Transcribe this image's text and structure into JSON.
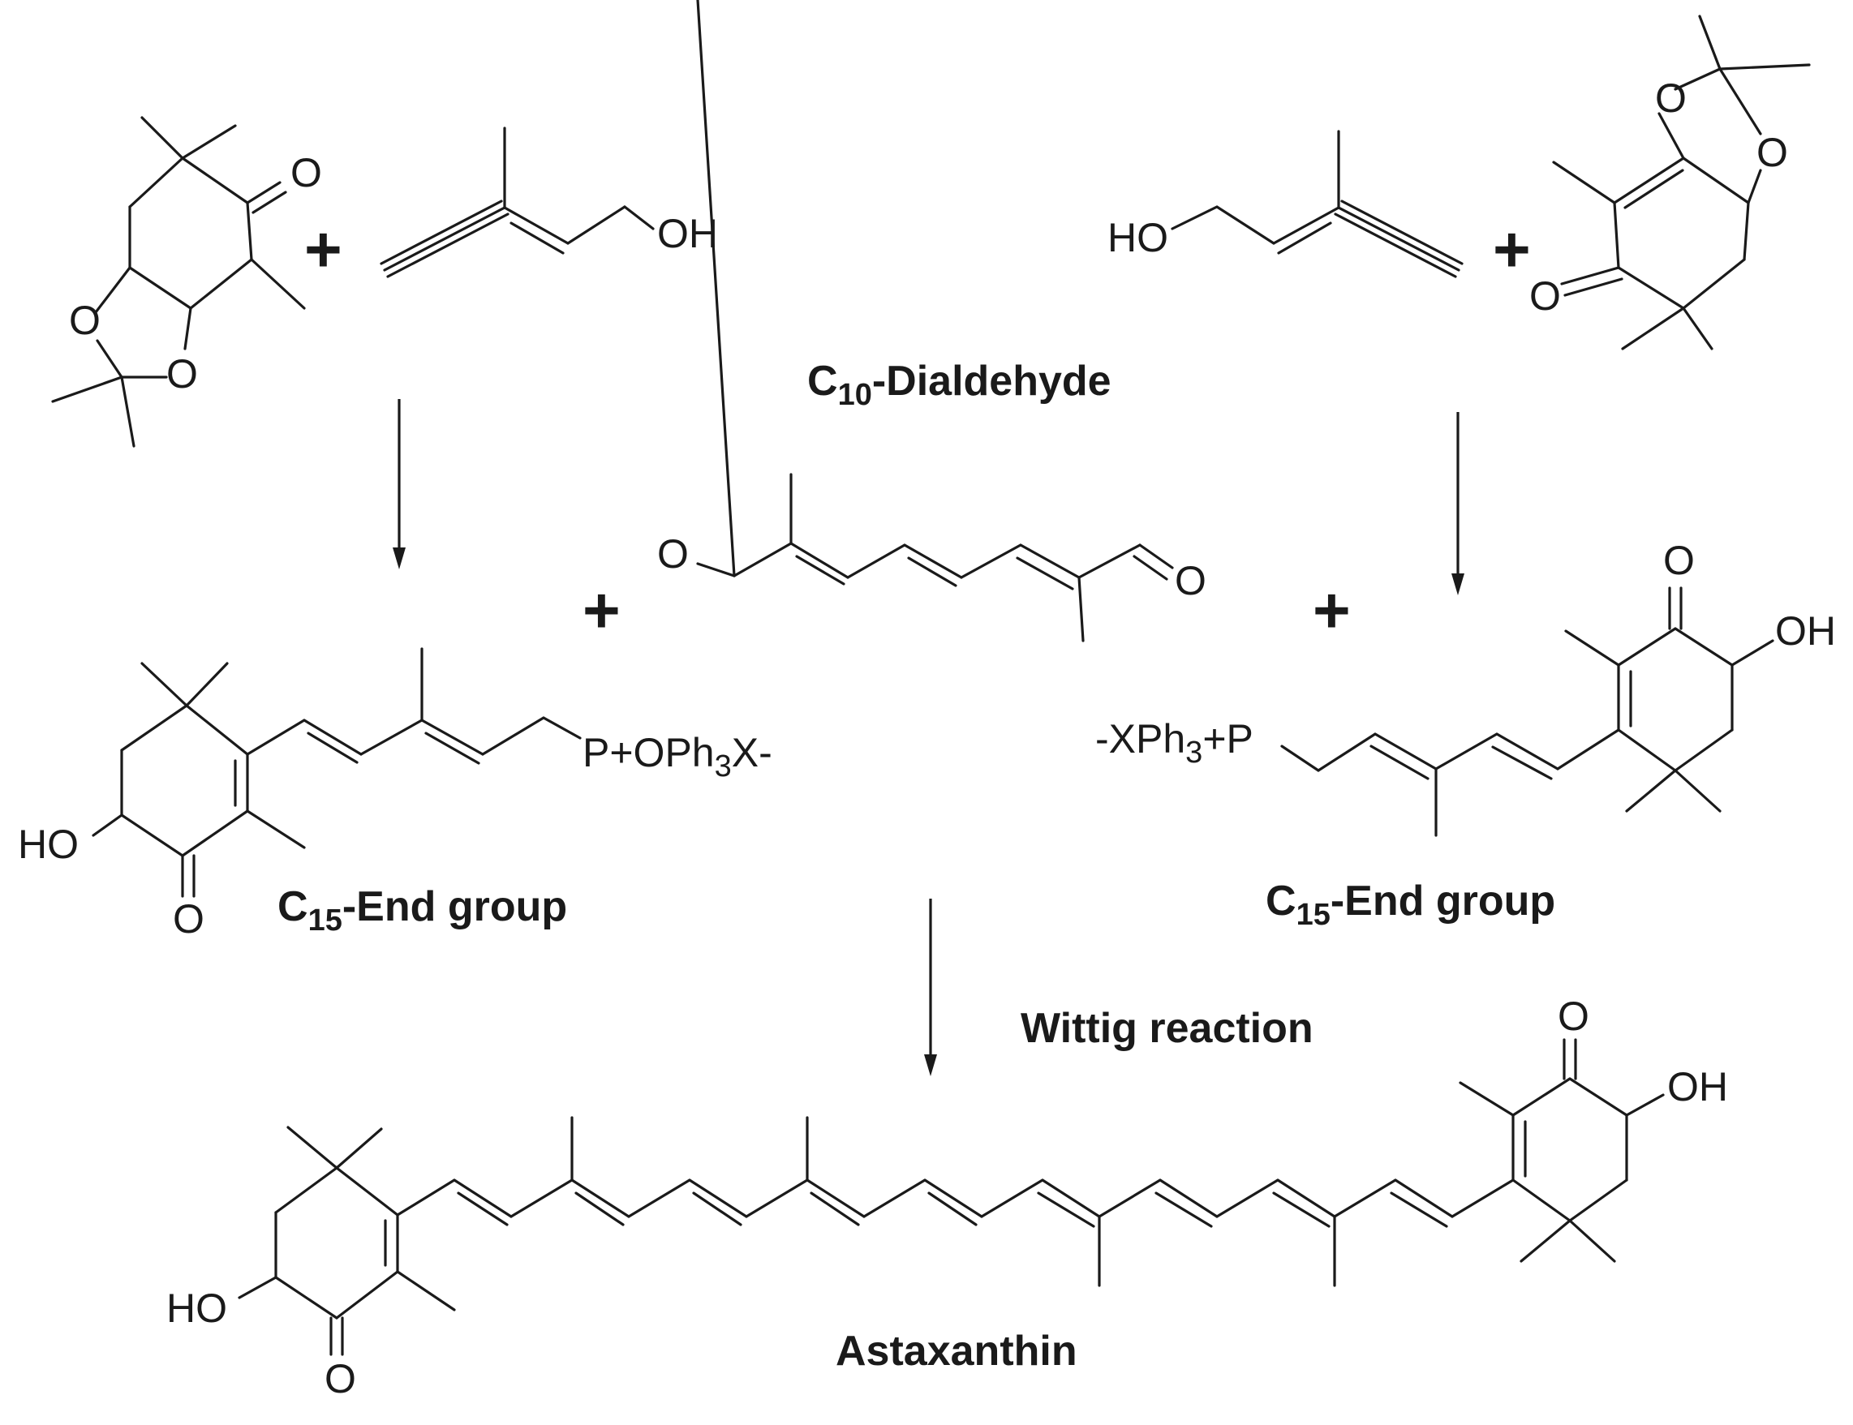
{
  "reactant_left": {
    "ring_ketone_o": "O",
    "dioxolane_o1": "O",
    "dioxolane_o2": "O"
  },
  "reactant_left_alcohol": {
    "oh": "OH"
  },
  "reactant_right_alcohol": {
    "ho": "HO"
  },
  "reactant_right": {
    "dioxolane_o1": "O",
    "dioxolane_o2": "O",
    "ring_ketone_o": "O"
  },
  "plus_signs": [
    "+",
    "+",
    "+",
    "+"
  ],
  "dialdehyde": {
    "caption_prefix": "C",
    "caption_sub": "10",
    "caption_suffix": "-Dialdehyde",
    "o_left": "O",
    "o_right": "O"
  },
  "end_group_left": {
    "caption_prefix": "C",
    "caption_sub": "15",
    "caption_suffix": "-End group",
    "phosphonium_prefix": "P+OPh",
    "phosphonium_sub": "3",
    "phosphonium_suffix": "X-",
    "ho": "HO",
    "ketone_o": "O"
  },
  "end_group_right": {
    "caption_prefix": "C",
    "caption_sub": "15",
    "caption_suffix": "-End group",
    "phosphonium_prefix": "-XPh",
    "phosphonium_sub": "3",
    "phosphonium_suffix": "+P",
    "oh": "OH",
    "ketone_o": "O"
  },
  "reaction": {
    "label": "Wittig reaction"
  },
  "product": {
    "name": "Astaxanthin",
    "ho": "HO",
    "ketone_o_left": "O",
    "ketone_o_right": "O",
    "oh": "OH"
  }
}
